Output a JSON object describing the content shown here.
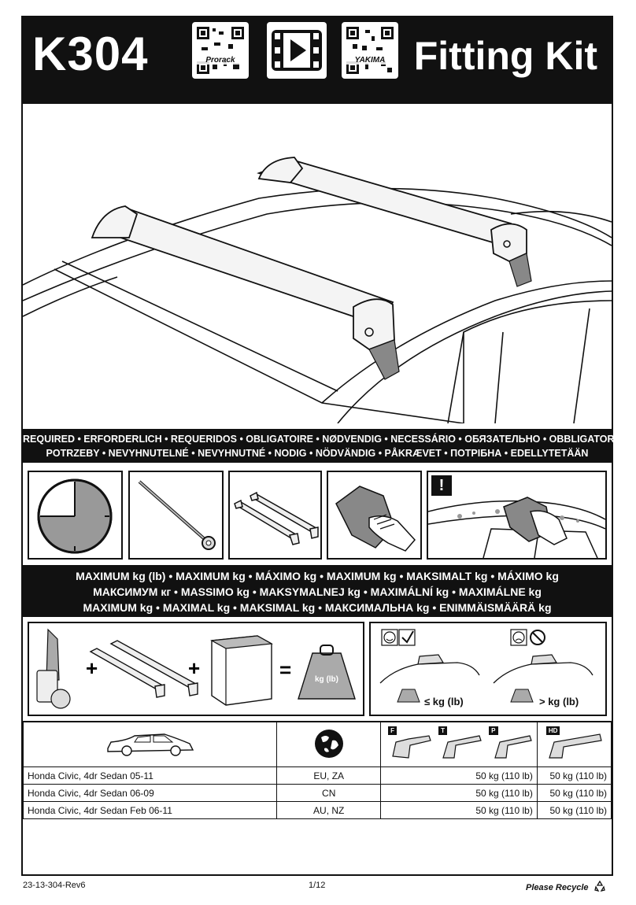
{
  "header": {
    "model": "K304",
    "title": "Fitting Kit",
    "qr_left_label": "Prorack",
    "qr_right_label": "YAKIMA"
  },
  "required": {
    "line1": "REQUIRED • ERFORDERLICH • REQUERIDOS • OBLIGATOIRE • NØDVENDIG • NECESSÁRIO • ОБЯЗАТЕЛЬНО • OBBLIGATORIO",
    "line2": "POTRZEBY • NEVYHNUTELNÉ • NEVYHNUTNÉ • NODIG • NÖDVÄNDIG • PÅKRÆVET • ПОТРІБНА • EDELLYTETÄÄN",
    "warning_symbol": "!"
  },
  "maximum": {
    "line1": "MAXIMUM kg (lb) • MAXIMUM kg • MÁXIMO kg • MAXIMUM kg • MAKSIMALT kg • MÁXIMO kg",
    "line2": "МАКСИМУМ кг • MASSIMO kg • MAKSYMALNEJ kg • MAXIMÁLNÍ kg • MAXIMÁLNE kg",
    "line3": "MAXIMUM kg • MAXIMAL kg • MAKSIMAL kg • МАКСИМАЛЬНА kg • ENIMMÄISMÄÄRÄ kg"
  },
  "load": {
    "weight_label": "kg (lb)",
    "ok_label": "≤ kg (lb)",
    "over_label": "> kg (lb)"
  },
  "table": {
    "bar_codes": [
      "F",
      "T",
      "P"
    ],
    "hd_code": "HD",
    "rows": [
      {
        "vehicle": "Honda Civic, 4dr Sedan 05-11",
        "region": "EU, ZA",
        "load": "50 kg (110 lb)",
        "hd_load": "50 kg (110 lb)"
      },
      {
        "vehicle": "Honda Civic, 4dr Sedan 06-09",
        "region": "CN",
        "load": "50 kg (110 lb)",
        "hd_load": "50 kg (110 lb)"
      },
      {
        "vehicle": "Honda Civic, 4dr Sedan Feb 06-11",
        "region": "AU, NZ",
        "load": "50 kg (110 lb)",
        "hd_load": "50 kg (110 lb)"
      }
    ]
  },
  "footer": {
    "doc_code": "23-13-304-Rev6",
    "page": "1/12",
    "recycle": "Please Recycle"
  }
}
